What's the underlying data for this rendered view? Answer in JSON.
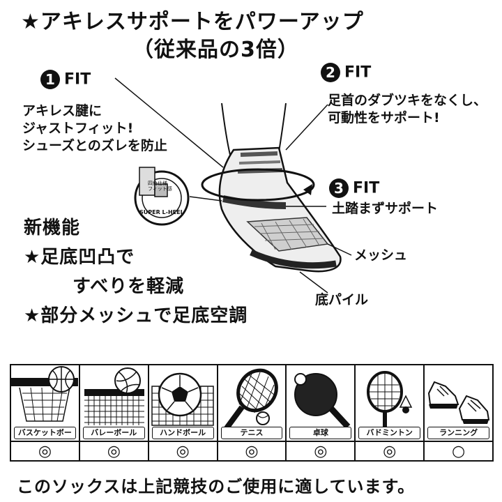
{
  "header": {
    "title": "★アキレスサポートをパワーアップ",
    "subtitle": "（従来品の3倍）"
  },
  "fit1": {
    "number": "1",
    "label": "FIT",
    "desc_lines": [
      "アキレス腱に",
      "ジャストフィット!",
      "シューズとのズレを防止"
    ]
  },
  "fit2": {
    "number": "2",
    "label": "FIT",
    "desc_lines": [
      "足首のダブツキをなくし、",
      "可動性をサポート!"
    ]
  },
  "fit3": {
    "number": "3",
    "label": "FIT",
    "desc": "土踏まずサポート"
  },
  "callouts": {
    "mesh": "メッシュ",
    "pile": "底パイル",
    "heel_badge_top": "四角仕様",
    "heel_badge_mid": "フィット感",
    "heel_badge_ring": "SUPER L-HEEL"
  },
  "features": {
    "heading": "新機能",
    "line1": "★足底凹凸で",
    "line2": "すべりを軽減",
    "line3": "★部分メッシュで足底空調"
  },
  "sports": [
    {
      "label": "バスケットボール",
      "mark": "◎",
      "icon": "basketball-icon"
    },
    {
      "label": "バレーボール",
      "mark": "◎",
      "icon": "volleyball-icon"
    },
    {
      "label": "ハンドボール",
      "mark": "◎",
      "icon": "handball-icon"
    },
    {
      "label": "テニス",
      "mark": "◎",
      "icon": "tennis-icon"
    },
    {
      "label": "卓球",
      "mark": "◎",
      "icon": "table-tennis-icon"
    },
    {
      "label": "バドミントン",
      "mark": "◎",
      "icon": "badminton-icon"
    },
    {
      "label": "ランニング",
      "mark": "○",
      "icon": "running-shoe-icon"
    }
  ],
  "footer": "このソックスは上記競技のご使用に適しています。"
}
